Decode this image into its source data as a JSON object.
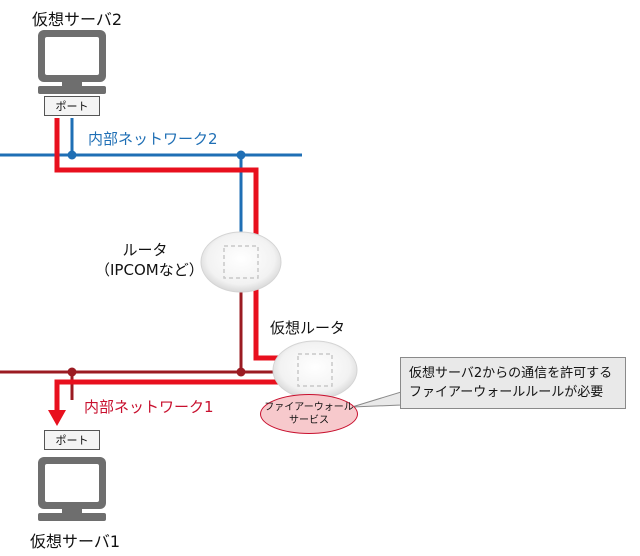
{
  "server2": {
    "title": "仮想サーバ2",
    "port_label": "ポート"
  },
  "server1": {
    "title": "仮想サーバ1",
    "port_label": "ポート"
  },
  "network2": {
    "label": "内部ネットワーク2",
    "color": "#1f6fb5"
  },
  "network1": {
    "label": "内部ネットワーク1",
    "color": "#9b1b22"
  },
  "router": {
    "label_line1": "ルータ",
    "label_line2": "（IPCOMなど）"
  },
  "virtual_router": {
    "label": "仮想ルータ"
  },
  "firewall": {
    "line1": "ファイアーウォール",
    "line2": "サービス"
  },
  "callout": {
    "line1": "仮想サーバ2からの通信を許可する",
    "line2": "ファイアーウォールルールが必要"
  },
  "colors": {
    "traffic_path": "#e8101e",
    "label_blue": "#1f6fb5",
    "label_red": "#c8102e",
    "monitor": "#6e6e6e"
  },
  "icons": [
    "monitor-icon",
    "router-icon",
    "arrow-down-icon"
  ]
}
